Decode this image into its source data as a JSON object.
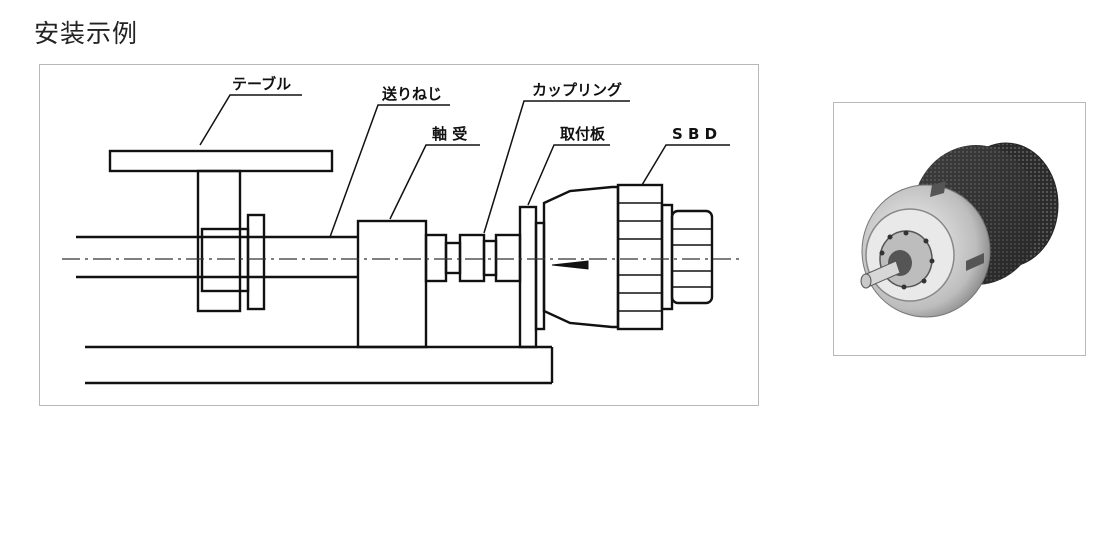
{
  "page": {
    "title": "安装示例"
  },
  "diagram": {
    "labels": {
      "table": "テーブル",
      "feed_screw": "送りねじ",
      "bearing": "軸 受",
      "coupling": "カップリング",
      "mounting_plate": "取付板",
      "sbd": "S B D"
    }
  }
}
